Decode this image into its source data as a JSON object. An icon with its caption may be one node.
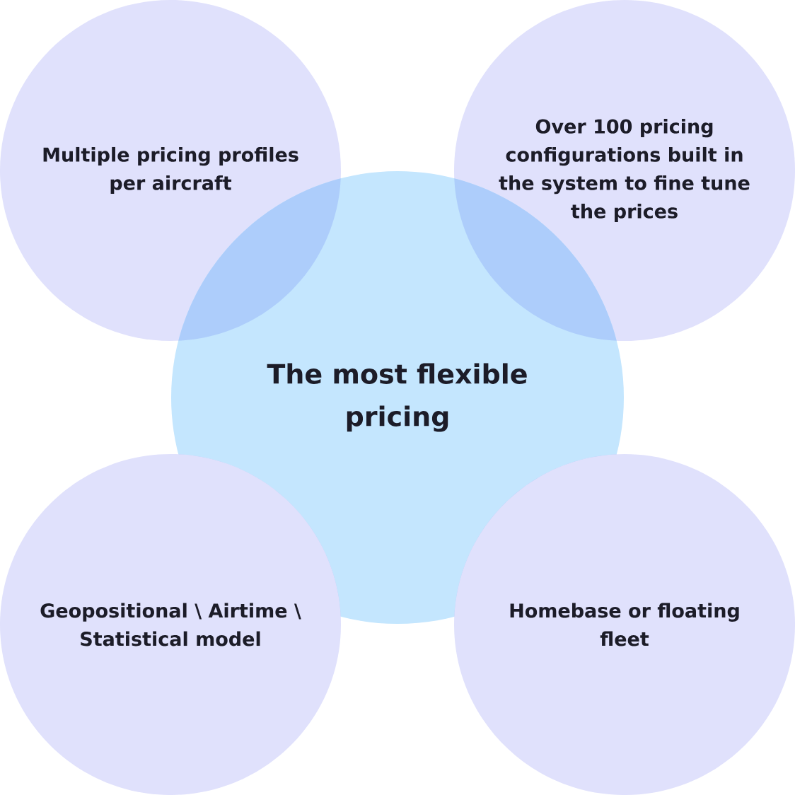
{
  "diagram": {
    "nodes": [
      {
        "text": [
          "Multiple pricing profiles per aircraft"
        ]
      },
      {
        "text": [
          "Over 100 pricing configurations built in the system to fine tune the prices"
        ]
      },
      {
        "text": [
          "The most flexible pricing"
        ]
      },
      {
        "text": [
          "Geopositional \\ Airtime \\ Statistical model"
        ]
      },
      {
        "text": [
          "Homebase or floating fleet"
        ]
      }
    ]
  }
}
